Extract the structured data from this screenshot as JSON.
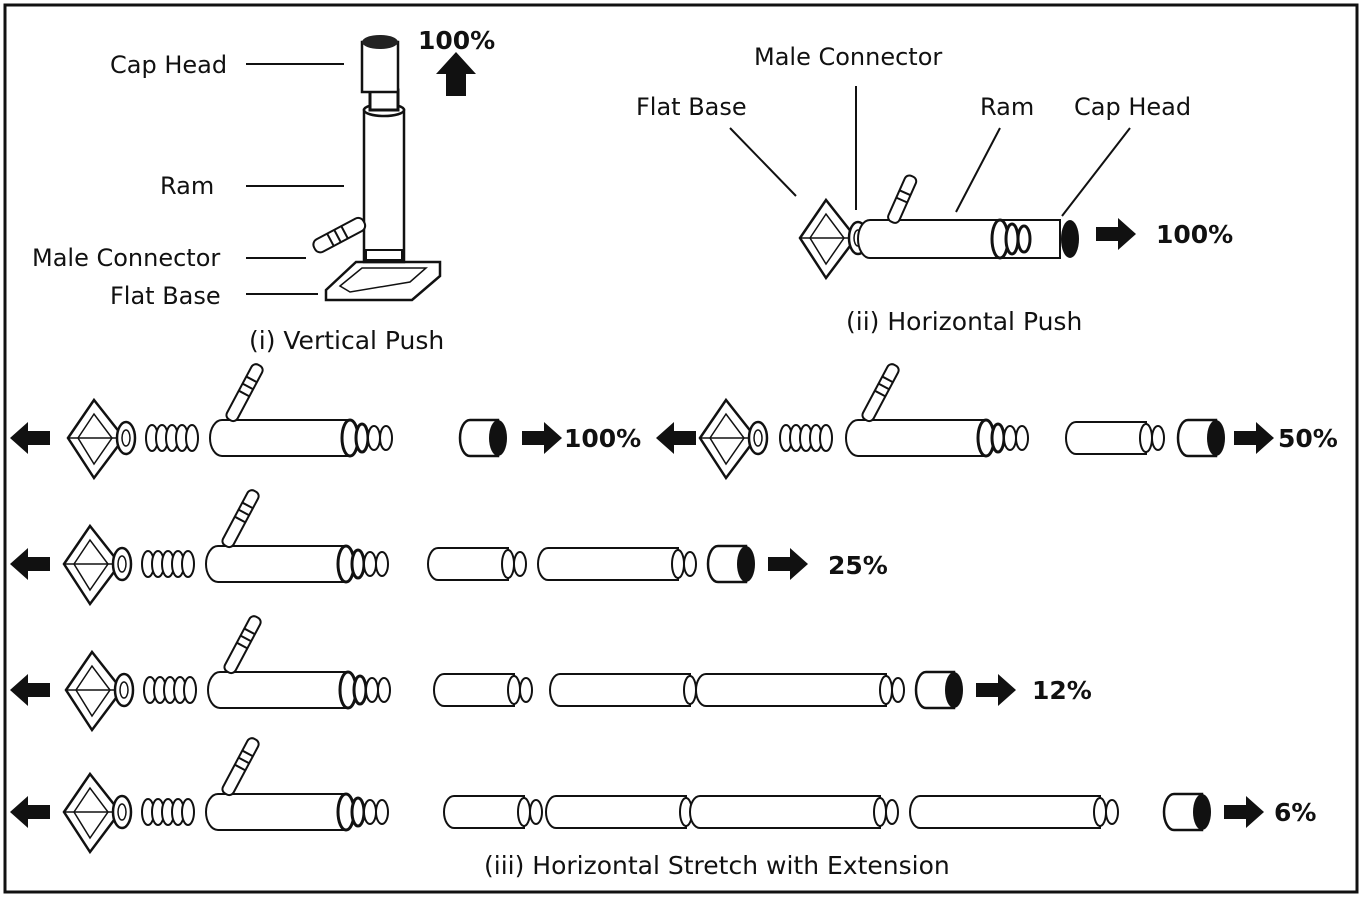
{
  "labels": {
    "cap_head": "Cap Head",
    "ram": "Ram",
    "male_connector": "Male Connector",
    "flat_base": "Flat Base"
  },
  "captions": {
    "vertical": "(i) Vertical Push",
    "horizontal": "(ii) Horizontal Push",
    "stretch": "(iii) Horizontal Stretch with Extension"
  },
  "percentages": {
    "vertical": "100%",
    "horizontal": "100%",
    "stretch_row1_a": "100%",
    "stretch_row1_b": "50%",
    "stretch_row2": "25%",
    "stretch_row3": "12%",
    "stretch_row4": "6%"
  }
}
